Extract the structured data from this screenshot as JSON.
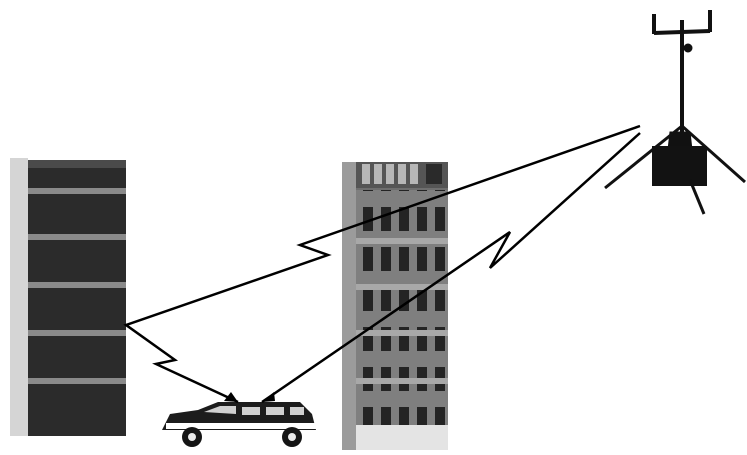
{
  "diagram": {
    "elements": [
      {
        "id": "left-building",
        "icon": "building-icon"
      },
      {
        "id": "middle-building",
        "icon": "office-tower-icon"
      },
      {
        "id": "car",
        "icon": "station-wagon-icon"
      },
      {
        "id": "tower",
        "icon": "antenna-mast-icon"
      }
    ],
    "signal_paths": [
      {
        "from": "tower",
        "to": "car",
        "via": "left-building"
      },
      {
        "from": "tower",
        "to": "car",
        "via": "middle-building"
      }
    ],
    "colors": {
      "background": "#ffffff",
      "line": "#000000",
      "building_dark": "#2b2b2b",
      "building_band": "#8a8a8a",
      "building_light": "#d7d7d7"
    }
  }
}
